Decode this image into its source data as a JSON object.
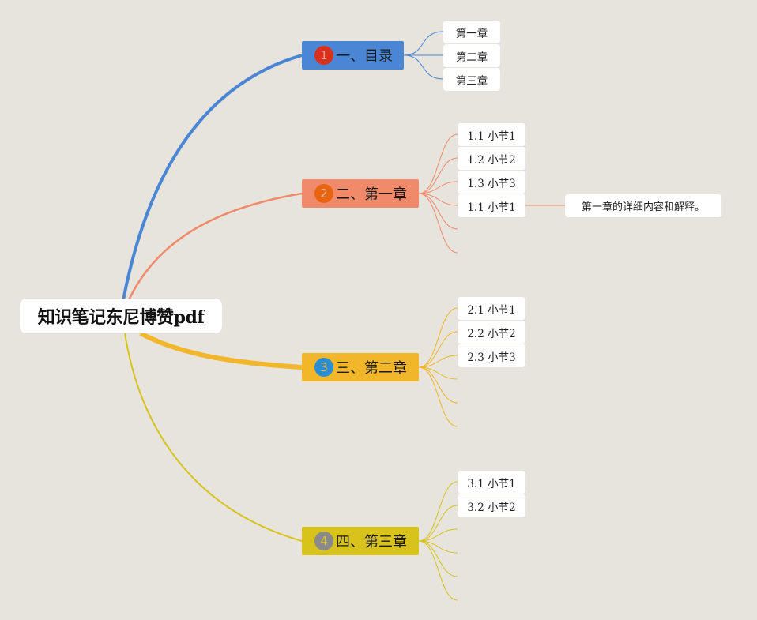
{
  "root": {
    "title": "知识笔记东尼博赞pdf"
  },
  "branches": [
    {
      "number": "1",
      "label": "一、目录",
      "color": "#4a86d4",
      "badge_color": "#d9301c",
      "children": [
        "第一章",
        "第二章",
        "第三章"
      ]
    },
    {
      "number": "2",
      "label": "二、第一章",
      "color": "#f08a6a",
      "badge_color": "#e8640f",
      "children": [
        "1.1 小节1",
        "1.2 小节2",
        "1.3 小节3",
        "1.1 小节1"
      ],
      "detail": "第一章的详细内容和解释。"
    },
    {
      "number": "3",
      "label": "三、第二章",
      "color": "#f2b62a",
      "badge_color": "#2a8ed4",
      "children": [
        "2.1 小节1",
        "2.2 小节2",
        "2.3 小节3"
      ]
    },
    {
      "number": "4",
      "label": "四、第三章",
      "color": "#d8c21c",
      "badge_color": "#8a8a8a",
      "children": [
        "3.1 小节1",
        "3.2 小节2"
      ]
    }
  ]
}
